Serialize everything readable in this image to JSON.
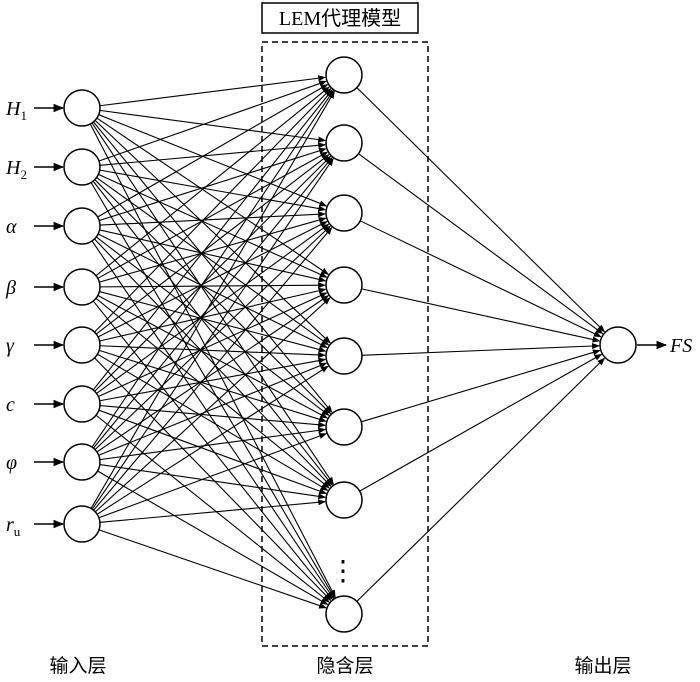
{
  "title": "LEM代理模型",
  "layers": {
    "input": "输入层",
    "hidden": "隐含层",
    "output": "输出层"
  },
  "inputs": [
    {
      "base": "H",
      "sub": "1"
    },
    {
      "base": "H",
      "sub": "2"
    },
    {
      "base": "α",
      "sub": ""
    },
    {
      "base": "β",
      "sub": ""
    },
    {
      "base": "γ",
      "sub": ""
    },
    {
      "base": "c",
      "sub": ""
    },
    {
      "base": "φ",
      "sub": ""
    },
    {
      "base": "r",
      "sub": "u"
    }
  ],
  "output_label": "FS",
  "hidden_ellipsis": "⋮"
}
